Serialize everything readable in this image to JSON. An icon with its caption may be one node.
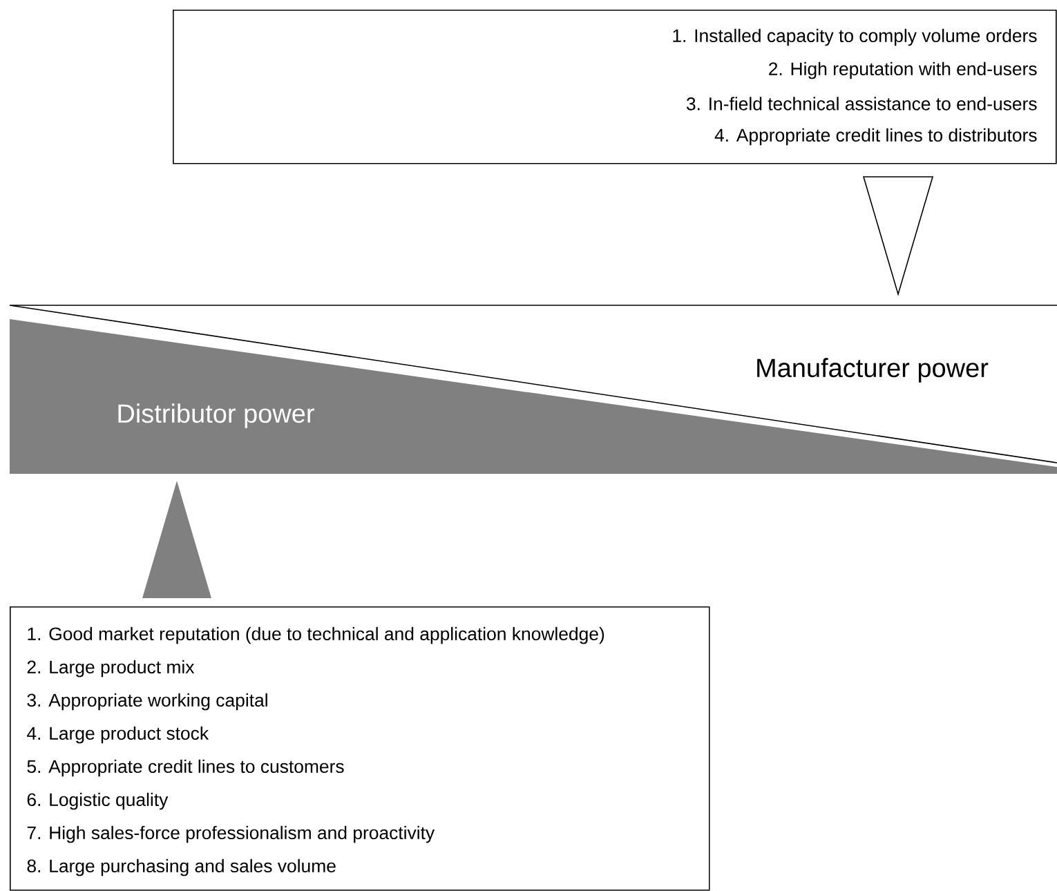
{
  "diagram": {
    "nodes": [
      {
        "text": [
          "1. Installed capacity to comply volume orders",
          "2. High reputation with end-users",
          "3. In-field technical assistance to end-users",
          "4. Appropriate credit lines to distributors"
        ]
      },
      {
        "text": [],
        "shape": "triangle"
      },
      {
        "text": [
          "Manufacturer power"
        ]
      },
      {
        "text": [
          "Distributor power"
        ]
      },
      {
        "text": [],
        "shape": "triangle"
      },
      {
        "text": [
          "1. Good market reputation (due to technical and application knowledge)",
          "2. Large product mix",
          "3. Appropriate working capital",
          "4. Large product stock",
          "5. Appropriate credit lines to customers",
          "6. Logistic quality",
          "7. High sales-force professionalism and proactivity",
          "8. Large purchasing and sales volume"
        ]
      }
    ]
  }
}
